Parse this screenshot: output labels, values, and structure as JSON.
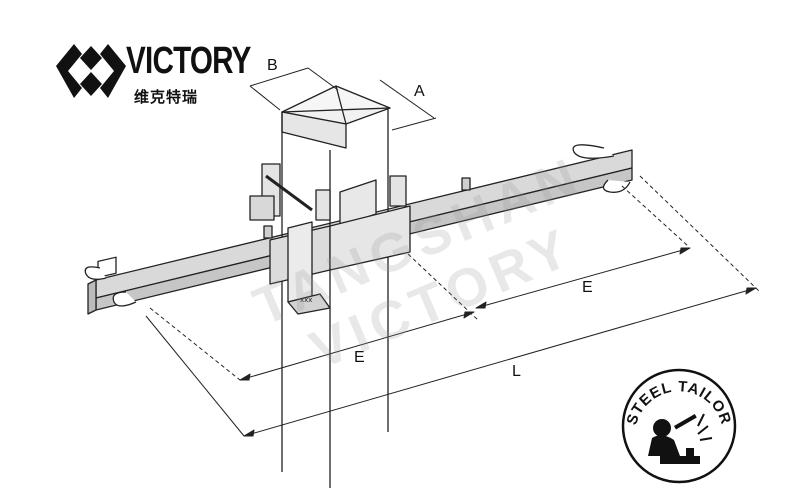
{
  "brand": {
    "name": "VICTORY",
    "name_cn": "维克特瑞",
    "logo_icon": "victory-diamond-logo"
  },
  "watermark": {
    "text": "TANGSHAN VICTORY"
  },
  "dimensions": {
    "a": "A",
    "b": "B",
    "e1": "E",
    "e2": "E",
    "l": "L"
  },
  "badge": {
    "text": "STEEL TAILOR",
    "icon": "welder-badge-icon"
  },
  "colors": {
    "line": "#222222",
    "metal": "#e2e2e2",
    "metal_dark": "#c4c4c4",
    "watermark": "#9a9a9a"
  }
}
